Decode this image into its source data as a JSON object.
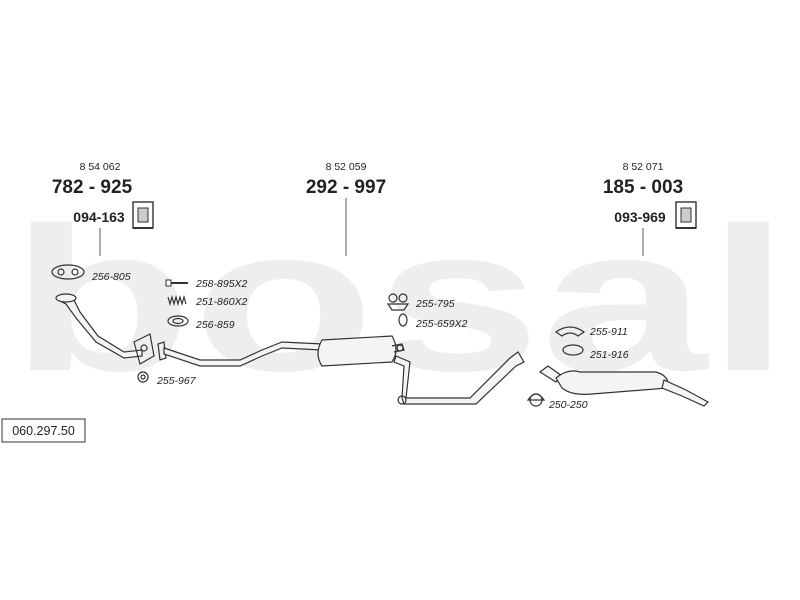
{
  "brand": "bosal",
  "reference": "060.297.50",
  "assemblies": [
    {
      "oe_number": "8 54 062",
      "part_number": "782 - 925",
      "bracket": "094-163"
    },
    {
      "oe_number": "8 52 059",
      "part_number": "292 - 997"
    },
    {
      "oe_number": "8 52 071",
      "part_number": "185 - 003",
      "bracket": "093-969"
    }
  ],
  "parts": {
    "gasket_front": "256-805",
    "bolt": "258-895X2",
    "spring": "251-860X2",
    "ring": "256-859",
    "rubber_front": "255-967",
    "hanger_mid": "255-795",
    "rubber_mid": "255-659X2",
    "hanger_rear": "255-911",
    "gasket_rear": "251-916",
    "clamp_rear": "250-250"
  },
  "colors": {
    "watermark": "#eeeeee",
    "line": "#333333",
    "text": "#222222"
  }
}
